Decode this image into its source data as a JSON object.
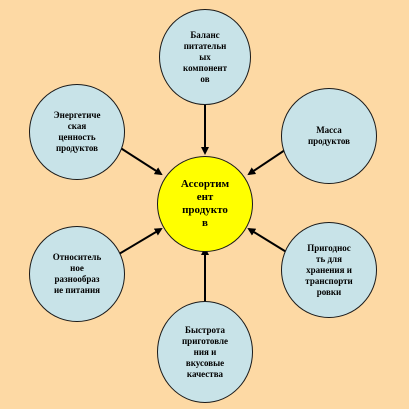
{
  "center": {
    "label": "Ассортим\nент\nпродукто\nв",
    "color": "#ffff00"
  },
  "nodes": [
    {
      "id": "top",
      "label": "Баланс\nпитательн\nых\nкомпонент\nов"
    },
    {
      "id": "top-right",
      "label": "Масса\nпродуктов"
    },
    {
      "id": "bottom-right",
      "label": "Пригоднос\nть для\nхранения и\nтранспорти\nровки"
    },
    {
      "id": "bottom",
      "label": "Быстрота\nприготовле\nния и\nвкусовые\nкачества"
    },
    {
      "id": "bottom-left",
      "label": "Относитель\nное\nразнообраз\nие питания"
    },
    {
      "id": "top-left",
      "label": "Энергетиче\nская\nценность\nпродуктов"
    }
  ],
  "colors": {
    "background": "#fdd9a4",
    "node_fill": "#c8e3e8",
    "outline": "#1a1a1a"
  }
}
